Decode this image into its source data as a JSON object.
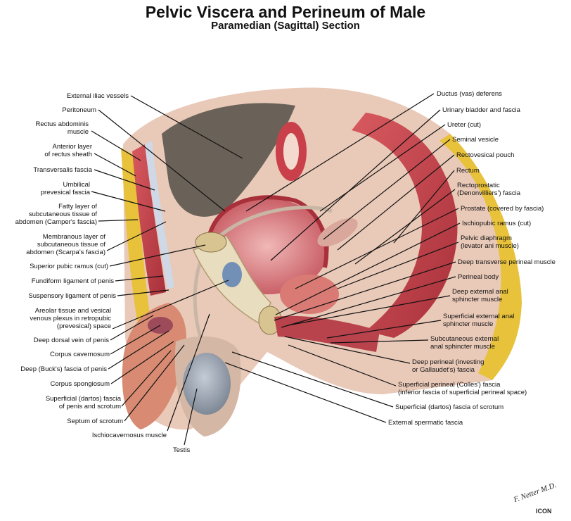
{
  "title": "Pelvic Viscera and Perineum of Male",
  "subtitle": "Paramedian (Sagittal) Section",
  "labels_left": [
    "External iliac vessels",
    "Peritoneum",
    "Rectus abdominis\nmuscle",
    "Anterior layer\nof rectus sheath",
    "Transversalis fascia",
    "Umbilical\nprevesical fascia",
    "Fatty layer of\nsubcutaneous tissue of\nabdomen (Camper's fascia)",
    "Membranous layer of\nsubcutaneous tissue of\nabdomen (Scarpa's fascia)",
    "Superior pubic ramus (cut)",
    "Fundiform ligament of penis",
    "Suspensory ligament of penis",
    "Areolar tissue and vesical\nvenous plexus in retropubic\n(prevesical) space",
    "Deep dorsal vein of penis",
    "Corpus cavernosum",
    "Deep (Buck's) fascia of penis",
    "Corpus spongiosum",
    "Superficial (dartos) fascia\nof penis and scrotum",
    "Septum of scrotum",
    "Ischiocavernosus muscle",
    "Testis"
  ],
  "labels_right": [
    "Ductus (vas) deferens",
    "Urinary bladder and fascia",
    "Ureter (cut)",
    "Seminal vesicle",
    "Rectovesical pouch",
    "Rectum",
    "Rectoprostatic\n(Denonvilliers') fascia",
    "Prostate (covered by fascia)",
    "Ischiopubic ramus (cut)",
    "Pelvic diaphragm\n(levator ani muscle)",
    "Deep transverse perineal muscle",
    "Perineal body",
    "Deep external anal\nsphincter muscle",
    "Superficial external anal\nsphincter muscle",
    "Subcutaneous external\nanal sphincter muscle",
    "Deep perineal (investing\nor Gallaudet's) fascia",
    "Superficial perineal (Colles') fascia\n(inferior fascia of superficial perineal space)",
    "Superficial (dartos) fascia of scrotum",
    "External spermatic fascia"
  ],
  "signature": "F. Netter M.D.",
  "watermark": "ICON",
  "colors": {
    "muscle": "#c9404a",
    "fat": "#e8c23a",
    "bone": "#e9ddc0",
    "fascia": "#cfd8e6",
    "skin": "#d88a72",
    "testis": "#9aa3b0"
  }
}
